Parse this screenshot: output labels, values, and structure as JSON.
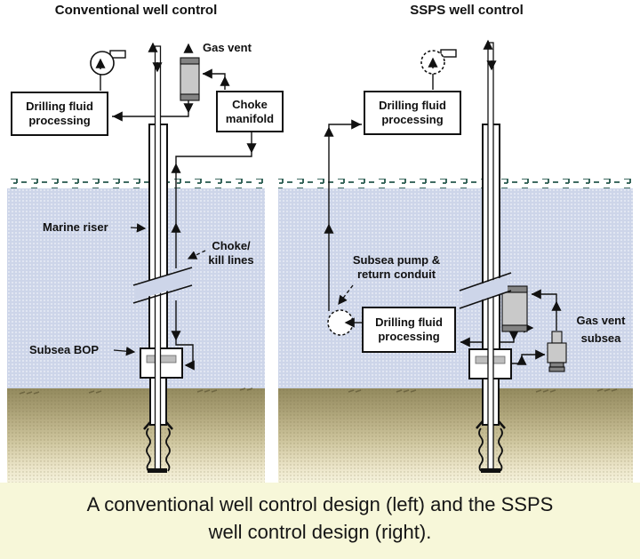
{
  "figure": {
    "left_panel": {
      "title": "Conventional well control",
      "boxes": {
        "drilling_fluid_processing": {
          "line1": "Drilling fluid",
          "line2": "processing"
        },
        "choke_manifold": {
          "line1": "Choke",
          "line2": "manifold"
        }
      },
      "labels": {
        "gas_vent": "Gas vent",
        "marine_riser": "Marine riser",
        "choke_kill_lines": {
          "line1": "Choke/",
          "line2": "kill lines"
        },
        "subsea_bop": "Subsea BOP"
      }
    },
    "right_panel": {
      "title": "SSPS well control",
      "boxes": {
        "drilling_fluid_processing_surface": {
          "line1": "Drilling fluid",
          "line2": "processing"
        },
        "drilling_fluid_processing_subsea": {
          "line1": "Drilling fluid",
          "line2": "processing"
        }
      },
      "labels": {
        "subsea_pump_return_conduit": {
          "line1": "Subsea pump &",
          "line2": "return conduit"
        },
        "gas_vent_subsea": {
          "line1": "Gas vent",
          "line2": "subsea"
        }
      }
    },
    "caption": {
      "line1": "A conventional well control design (left) and the SSPS",
      "line2": "well control design (right)."
    },
    "colors": {
      "water": "#cdd5e9",
      "wave": "#25574c",
      "seabed_top": "#938a5e",
      "seabed_bottom": "#f5f2dc",
      "caption_bg": "#f7f7d9",
      "vessel_body": "#c9c9c9",
      "vessel_cap": "#838383",
      "line": "#111111"
    }
  }
}
